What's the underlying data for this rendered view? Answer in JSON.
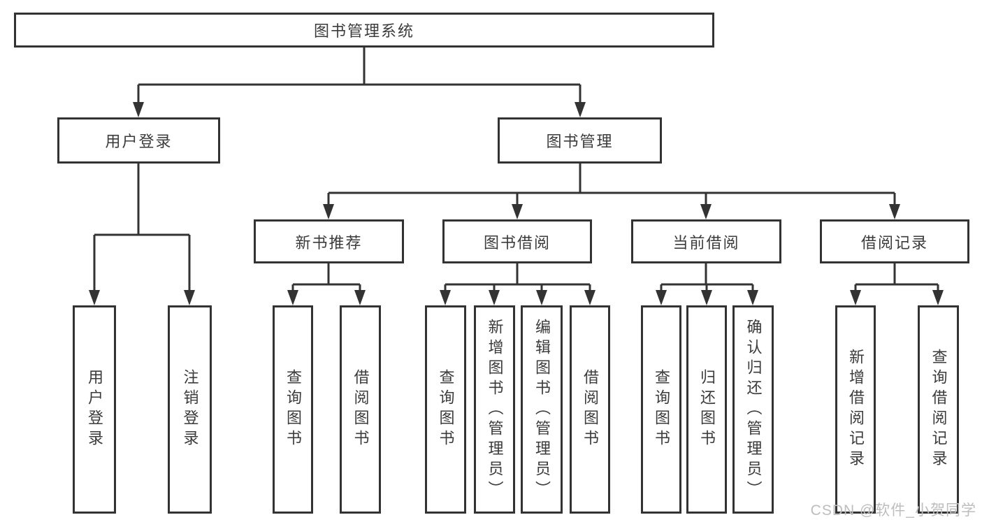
{
  "diagram": {
    "type": "hierarchy-tree",
    "title": "图书管理系统",
    "nodes": {
      "root": "图书管理系统",
      "user_login": "用户登录",
      "book_mgmt": "图书管理",
      "new_book_rec": "新书推荐",
      "book_borrow": "图书借阅",
      "current_borrow": "当前借阅",
      "borrow_records": "借阅记录",
      "leaf_user_login": "用户登录",
      "leaf_logout": "注销登录",
      "rec_query": "查询图书",
      "rec_borrow": "借阅图书",
      "bb_query": "查询图书",
      "bb_add": "新增图书（管理员）",
      "bb_edit": "编辑图书（管理员）",
      "bb_borrow": "借阅图书",
      "cb_query": "查询图书",
      "cb_return": "归还图书",
      "cb_confirm": "确认归还（管理员）",
      "br_add": "新增借阅记录",
      "br_query": "查询借阅记录"
    },
    "structure": {
      "图书管理系统": [
        "用户登录",
        "图书管理"
      ],
      "用户登录": [
        "用户登录",
        "注销登录"
      ],
      "图书管理": [
        "新书推荐",
        "图书借阅",
        "当前借阅",
        "借阅记录"
      ],
      "新书推荐": [
        "查询图书",
        "借阅图书"
      ],
      "图书借阅": [
        "查询图书",
        "新增图书（管理员）",
        "编辑图书（管理员）",
        "借阅图书"
      ],
      "当前借阅": [
        "查询图书",
        "归还图书",
        "确认归还（管理员）"
      ],
      "借阅记录": [
        "新增借阅记录",
        "查询借阅记录"
      ]
    },
    "colors": {
      "line": "#333333",
      "box_border": "#333333",
      "box_fill": "#ffffff",
      "text": "#3b3b3b",
      "background": "#ffffff",
      "watermark": "#bdbdbd"
    }
  },
  "watermark": {
    "text": "CSDN @软件_小贺同学"
  }
}
